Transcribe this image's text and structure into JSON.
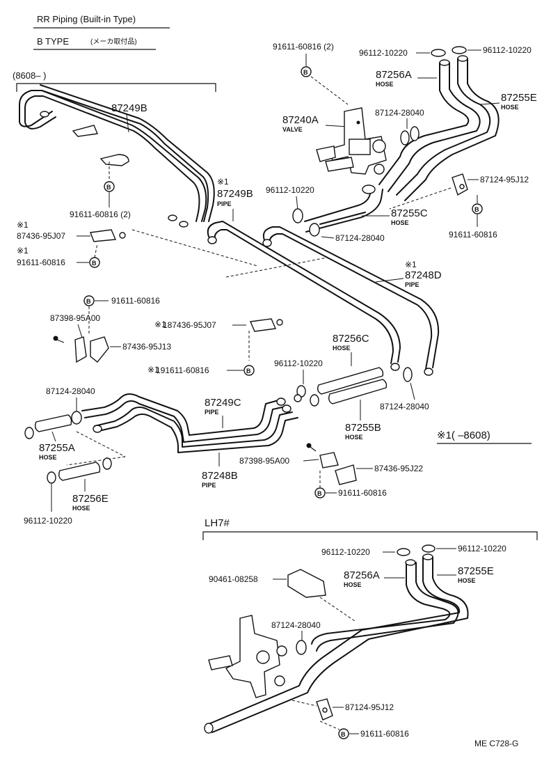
{
  "header": {
    "title": "RR Piping (Built-in Type)",
    "subtitle_type": "B  TYPE",
    "subtitle_note": "(メーカ取付品)"
  },
  "ranges": {
    "upper": "(8608–        )",
    "lower_mark": "※1(        –8608)",
    "lh7": "LH7#"
  },
  "bolt_symbol": "B",
  "note_mark": "※1",
  "labels": {
    "p91611_60816_2_top": "91611-60816 (2)",
    "p96112_10220_tl": "96112-10220",
    "p96112_10220_tr": "96112-10220",
    "p87256A": "87256A",
    "p87256A_sub": "HOSE",
    "p87255E": "87255E",
    "p87255E_sub": "HOSE",
    "p87240A": "87240A",
    "p87240A_sub": "VALVE",
    "p87124_28040_a": "87124-28040",
    "p87249B_top": "87249B",
    "p87249B_mid": "87249B",
    "p87249B_mid_sub": "PIPE",
    "p96112_10220_mid": "96112-10220",
    "p87124_95J12_top": "87124-95J12",
    "p91611_60816_2_left": "91611-60816 (2)",
    "p87255C": "87255C",
    "p87255C_sub": "HOSE",
    "p87124_28040_b": "87124-28040",
    "p91611_60816_right": "91611-60816",
    "p87436_95J07_left": "87436-95J07",
    "p91611_60816_left": "91611-60816",
    "p87248D": "87248D",
    "p87248D_sub": "PIPE",
    "p91611_60816_c": "91611-60816",
    "p87398_95A00_a": "87398-95A00",
    "p87436_95J07_mid": "187436-95J07",
    "p87436_95J13": "87436-95J13",
    "p87256C": "87256C",
    "p87256C_sub": "HOSE",
    "p91611_60816_mid": "191611-60816",
    "p96112_10220_c": "96112-10220",
    "p87124_28040_c": "87124-28040",
    "p87249C": "87249C",
    "p87249C_sub": "PIPE",
    "p87124_28040_d": "87124-28040",
    "p87255B": "87255B",
    "p87255B_sub": "HOSE",
    "p87255A": "87255A",
    "p87255A_sub": "HOSE",
    "p87398_95A00_b": "87398-95A00",
    "p87436_95J22": "87436-95J22",
    "p87248B": "87248B",
    "p87248B_sub": "PIPE",
    "p87256E": "87256E",
    "p87256E_sub": "HOSE",
    "p91611_60816_bot": "91611-60816",
    "p96112_10220_bl": "96112-10220",
    "p96112_10220_lh_l": "96112-10220",
    "p96112_10220_lh_r": "96112-10220",
    "p87256A_lh": "87256A",
    "p87256A_lh_sub": "HOSE",
    "p87255E_lh": "87255E",
    "p87255E_lh_sub": "HOSE",
    "p90461_08258": "90461-08258",
    "p87124_28040_lh": "87124-28040",
    "p87124_95J12_lh": "87124-95J12",
    "p91611_60816_lh": "91611-60816"
  },
  "footer": {
    "code": "ME  C728-G"
  }
}
